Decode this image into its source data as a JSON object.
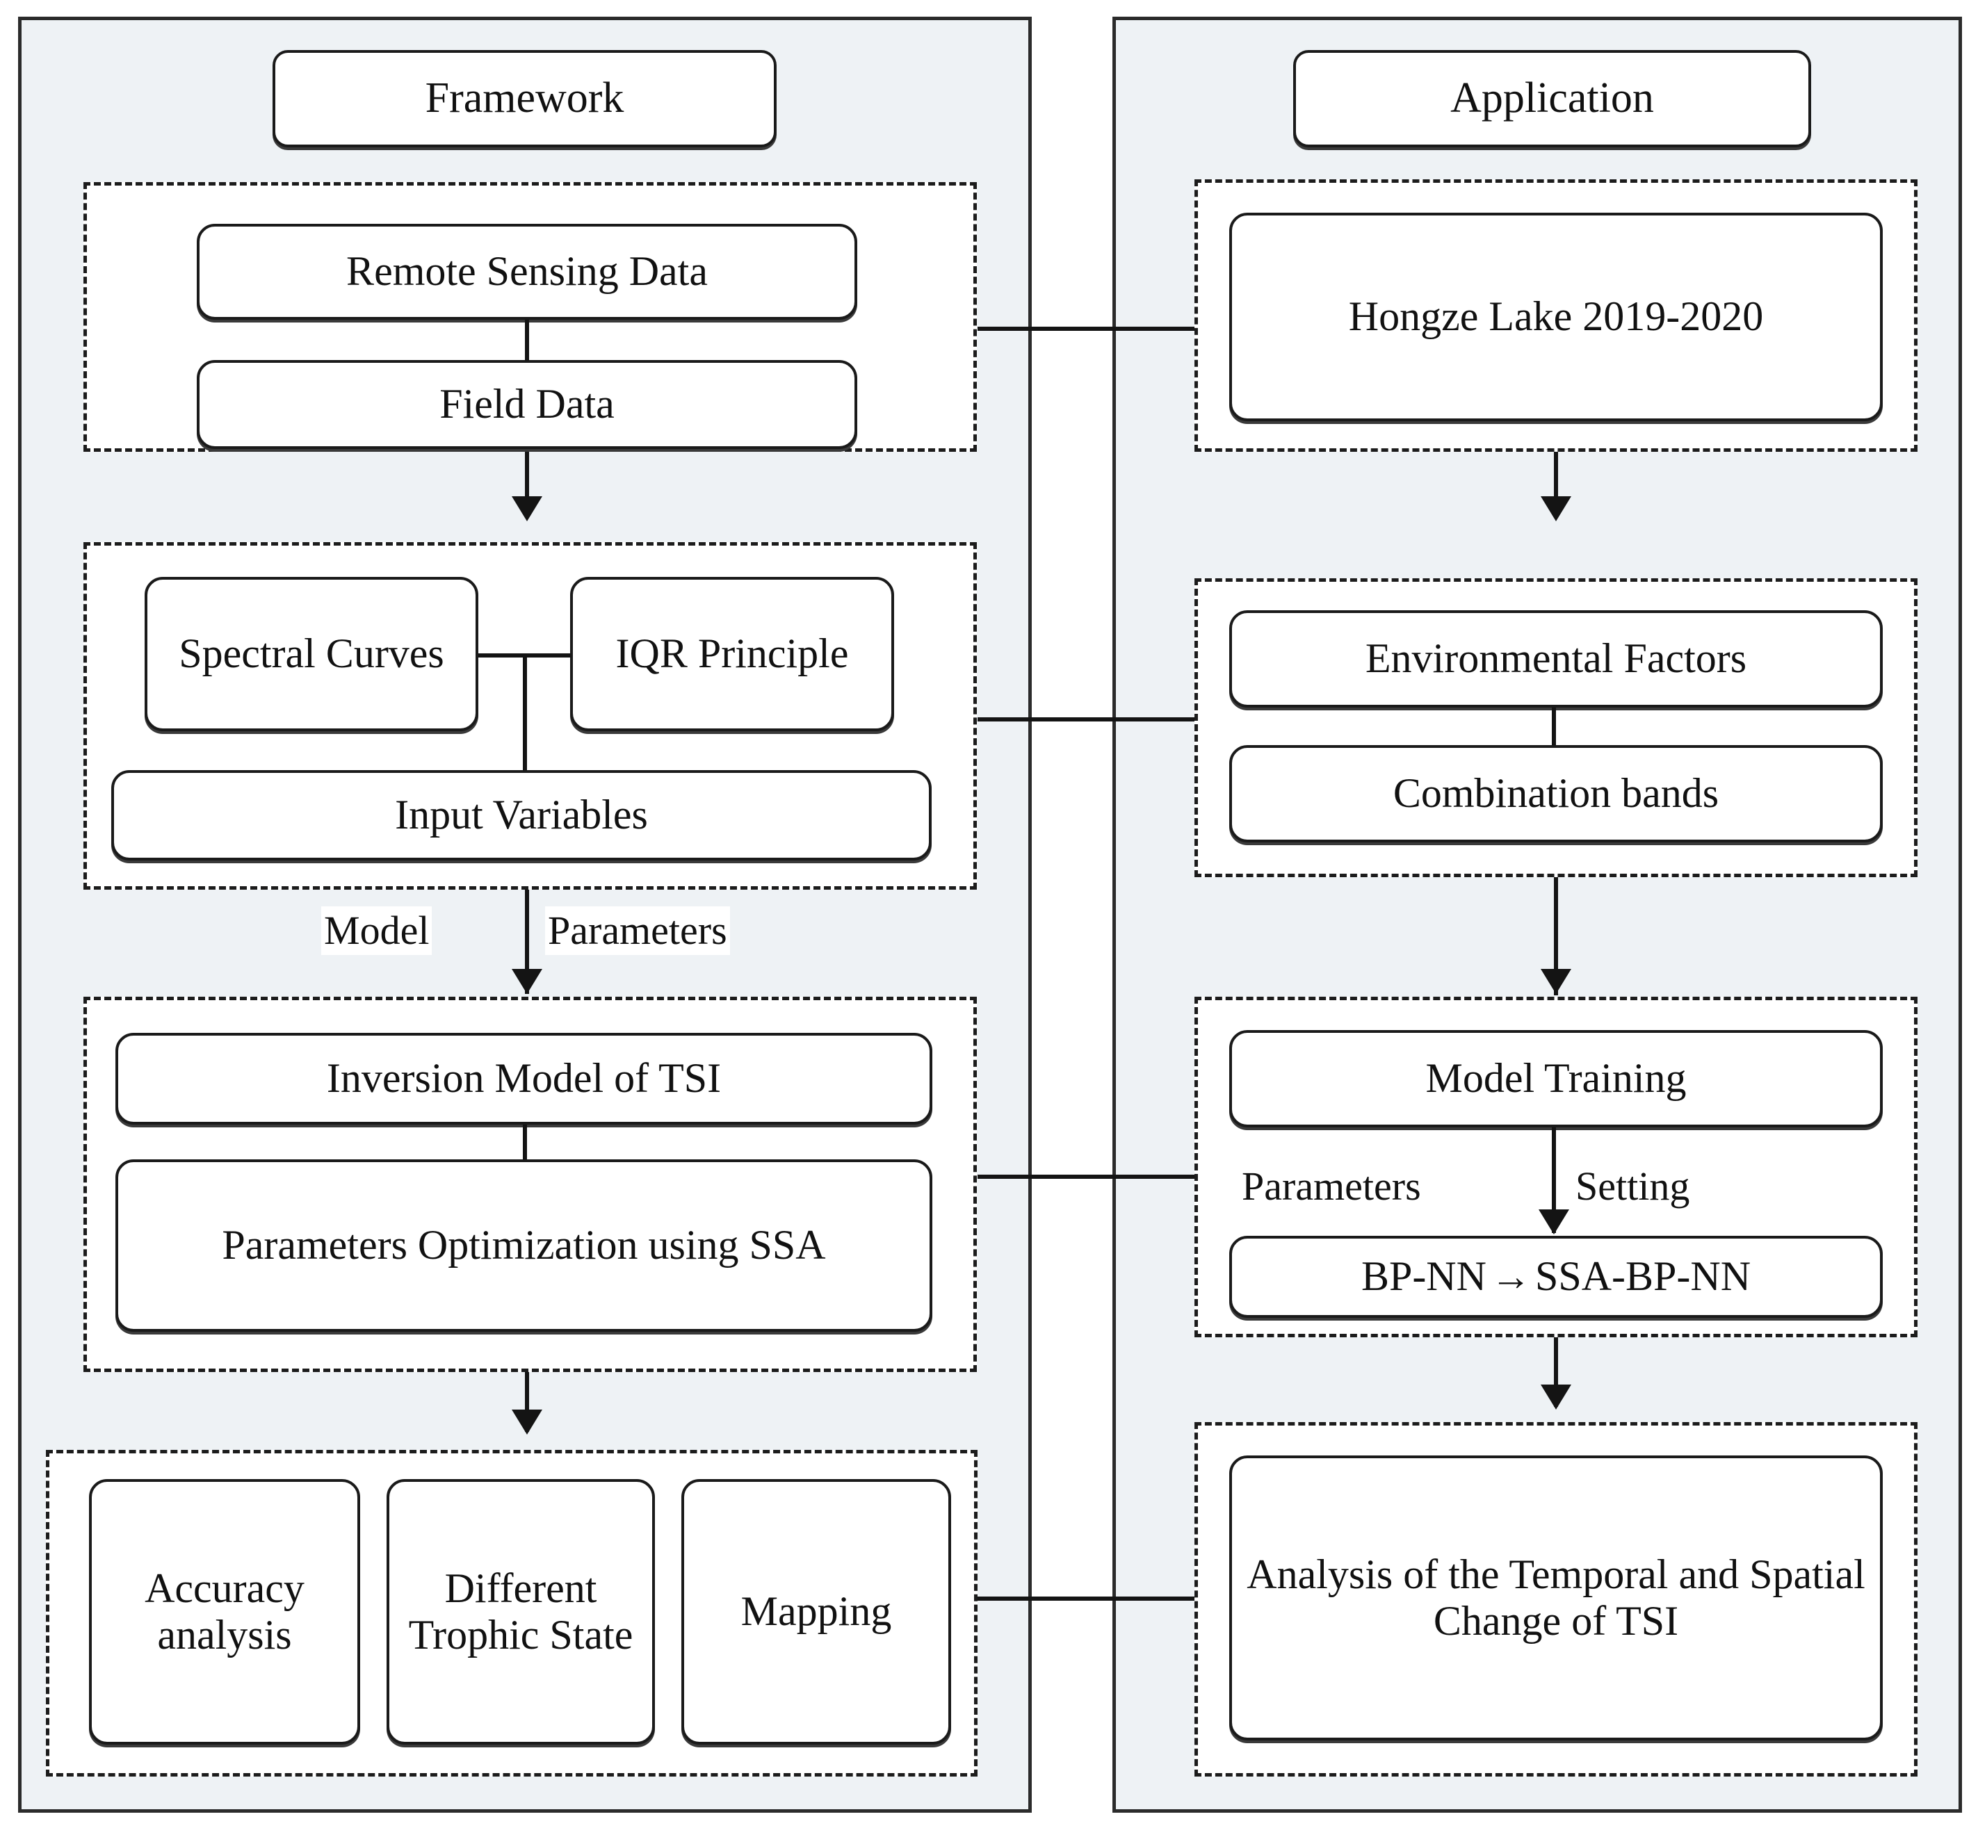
{
  "diagram": {
    "title_left": "Framework",
    "title_right": "Application",
    "edge_labels": {
      "model_parameters_left": "Model",
      "model_parameters_right": "Parameters",
      "parameters_setting_left": "Parameters",
      "parameters_setting_right": "Setting"
    }
  },
  "framework": {
    "header": "Framework",
    "groups": [
      {
        "id": "data-group",
        "nodes": [
          {
            "label": "Remote Sensing Data"
          },
          {
            "label": "Field Data"
          }
        ]
      },
      {
        "id": "variables-group",
        "nodes": [
          {
            "label": "Spectral Curves"
          },
          {
            "label": "IQR Principle"
          },
          {
            "label": "Input Variables"
          }
        ]
      },
      {
        "id": "model-group",
        "nodes": [
          {
            "label": "Inversion Model of TSI"
          },
          {
            "label": "Parameters Optimization using SSA"
          }
        ]
      },
      {
        "id": "results-group",
        "nodes": [
          {
            "label": "Accuracy analysis"
          },
          {
            "label": "Different Trophic State"
          },
          {
            "label": "Mapping"
          }
        ]
      }
    ]
  },
  "application": {
    "header": "Application",
    "groups": [
      {
        "id": "study-area-group",
        "nodes": [
          {
            "label": "Hongze Lake 2019-2020"
          }
        ]
      },
      {
        "id": "inputs-group",
        "nodes": [
          {
            "label": "Environmental Factors"
          },
          {
            "label": "Combination bands"
          }
        ]
      },
      {
        "id": "training-group",
        "nodes": [
          {
            "label": "Model Training"
          },
          {
            "label_prefix": "BP-NN",
            "label_arrow": "→",
            "label_suffix": "SSA-BP-NN"
          }
        ]
      },
      {
        "id": "analysis-group",
        "nodes": [
          {
            "label": "Analysis of the Temporal and Spatial Change of TSI"
          }
        ]
      }
    ]
  },
  "colors": {
    "panel_background": "#eef2f5",
    "node_background": "#ffffff",
    "stroke": "#1a1a1a"
  }
}
